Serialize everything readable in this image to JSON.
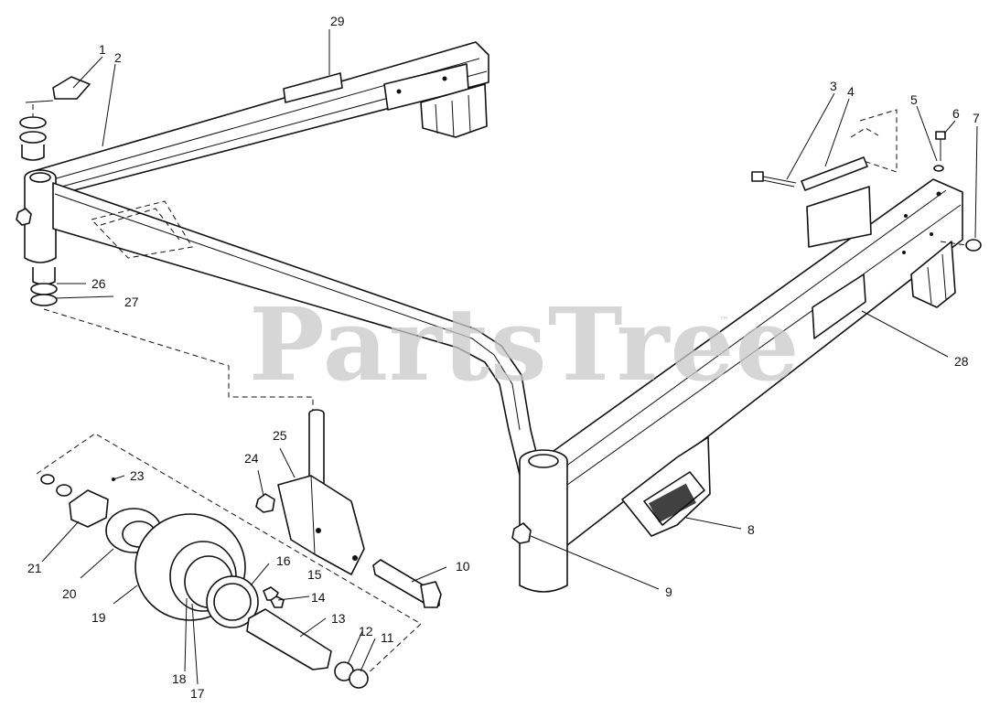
{
  "watermark": {
    "text": "PartsTree",
    "trademark": "™"
  },
  "callouts": [
    {
      "id": "1",
      "label": "1"
    },
    {
      "id": "2",
      "label": "2"
    },
    {
      "id": "3",
      "label": "3"
    },
    {
      "id": "4",
      "label": "4"
    },
    {
      "id": "5",
      "label": "5"
    },
    {
      "id": "6",
      "label": "6"
    },
    {
      "id": "7",
      "label": "7"
    },
    {
      "id": "8",
      "label": "8"
    },
    {
      "id": "9",
      "label": "9"
    },
    {
      "id": "10",
      "label": "10"
    },
    {
      "id": "11",
      "label": "11"
    },
    {
      "id": "12",
      "label": "12"
    },
    {
      "id": "13",
      "label": "13"
    },
    {
      "id": "14",
      "label": "14"
    },
    {
      "id": "15",
      "label": "15"
    },
    {
      "id": "16",
      "label": "16"
    },
    {
      "id": "17",
      "label": "17"
    },
    {
      "id": "18",
      "label": "18"
    },
    {
      "id": "19",
      "label": "19"
    },
    {
      "id": "20",
      "label": "20"
    },
    {
      "id": "21",
      "label": "21"
    },
    {
      "id": "23",
      "label": "23"
    },
    {
      "id": "24",
      "label": "24"
    },
    {
      "id": "25",
      "label": "25"
    },
    {
      "id": "26",
      "label": "26"
    },
    {
      "id": "27",
      "label": "27"
    },
    {
      "id": "28",
      "label": "28"
    },
    {
      "id": "29",
      "label": "29"
    }
  ]
}
